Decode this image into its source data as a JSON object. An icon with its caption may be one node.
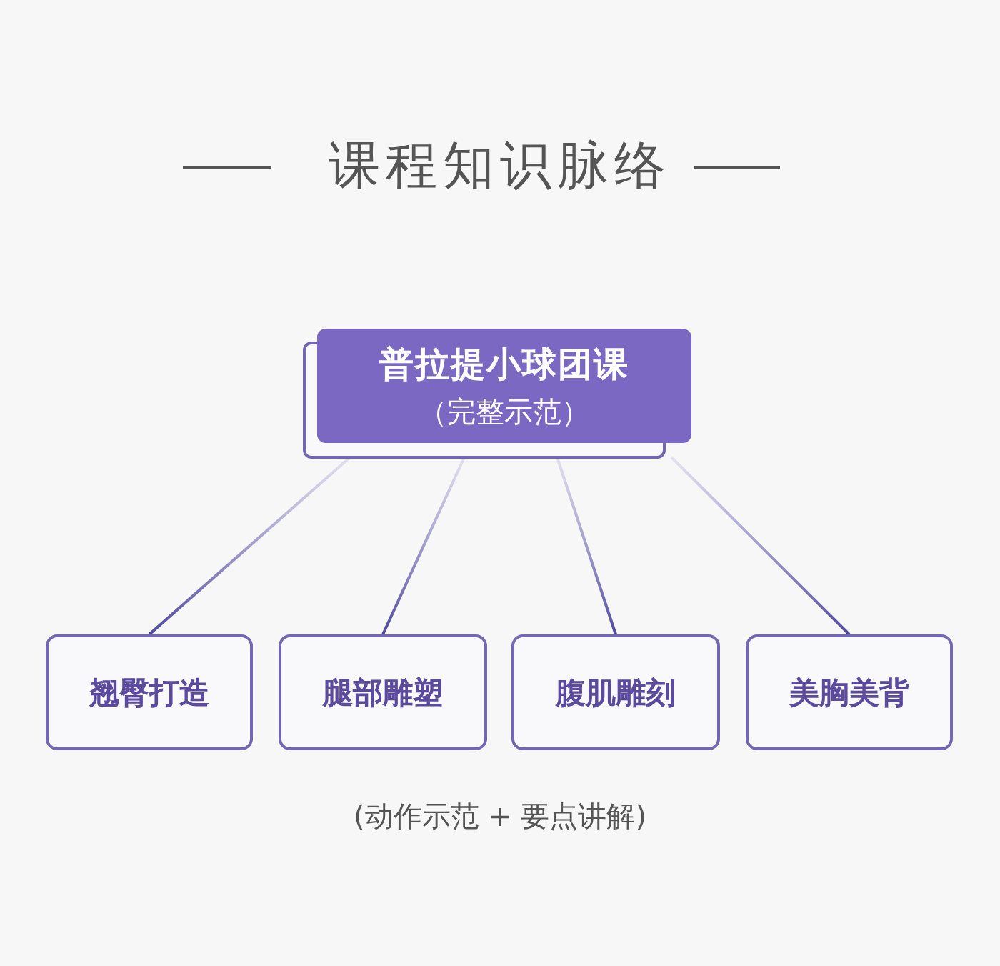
{
  "diagram": {
    "title": "课程知识脉络",
    "nodes": [
      {
        "text": [
          "普拉提小球团课",
          "（完整示范）"
        ]
      },
      {
        "text": [
          "翘臀打造"
        ]
      },
      {
        "text": [
          "腿部雕塑"
        ]
      },
      {
        "text": [
          "腹肌雕刻"
        ]
      },
      {
        "text": [
          "美胸美背"
        ]
      }
    ],
    "edges": [
      {
        "from": 0,
        "to": 1,
        "arrow": "none"
      },
      {
        "from": 0,
        "to": 2,
        "arrow": "none"
      },
      {
        "from": 0,
        "to": 3,
        "arrow": "none"
      },
      {
        "from": 0,
        "to": 4,
        "arrow": "none"
      }
    ],
    "labels": [
      "(动作示范 + 要点讲解)"
    ]
  }
}
